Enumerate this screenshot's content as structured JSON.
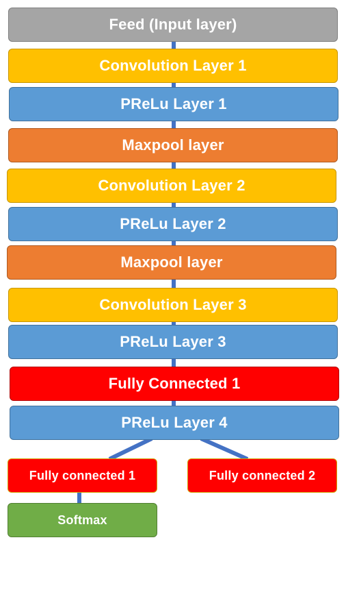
{
  "layers": {
    "feed": "Feed (Input layer)",
    "conv1": "Convolution Layer 1",
    "prelu1": "PReLu Layer 1",
    "maxpool1": "Maxpool layer",
    "conv2": "Convolution Layer 2",
    "prelu2": "PReLu Layer 2",
    "maxpool2": "Maxpool layer",
    "conv3": "Convolution Layer 3",
    "prelu3": "PReLu Layer 3",
    "fc1": "Fully Connected 1",
    "prelu4": "PReLu Layer 4"
  },
  "branches": {
    "left_fc": "Fully connected 1",
    "right_fc": "Fully connected 2",
    "softmax": "Softmax"
  },
  "colors": {
    "input": "#a5a5a5",
    "convolution": "#ffc000",
    "prelu": "#5b9bd5",
    "maxpool": "#ed7d31",
    "fully_connected": "#ff0000",
    "softmax": "#70ad47",
    "connector": "#4472c4"
  }
}
